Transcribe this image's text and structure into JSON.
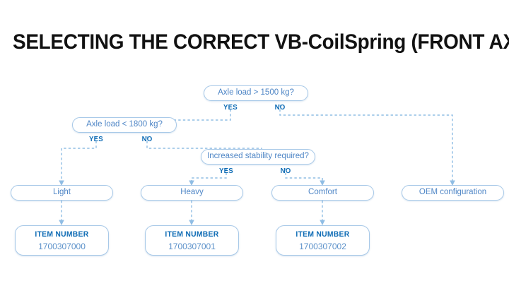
{
  "title": "SELECTING THE CORRECT VB-CoilSpring (FRONT AXLE)",
  "flow": {
    "decisions": [
      {
        "id": "axle-load-1500",
        "label": "Axle load > 1500 kg?",
        "yes_label": "YES",
        "no_label": "NO"
      },
      {
        "id": "axle-load-1800",
        "label": "Axle load < 1800 kg?",
        "yes_label": "YES",
        "no_label": "NO"
      },
      {
        "id": "increased-stability",
        "label": "Increased stability required?",
        "yes_label": "YES",
        "no_label": "NO"
      }
    ],
    "results": [
      {
        "id": "light",
        "label": "Light"
      },
      {
        "id": "heavy",
        "label": "Heavy"
      },
      {
        "id": "comfort",
        "label": "Comfort"
      },
      {
        "id": "oem",
        "label": "OEM configuration"
      }
    ],
    "items": [
      {
        "id": "item-light",
        "title": "ITEM NUMBER",
        "value": "1700307000"
      },
      {
        "id": "item-heavy",
        "title": "ITEM NUMBER",
        "value": "1700307001"
      },
      {
        "id": "item-comfort",
        "title": "ITEM NUMBER",
        "value": "1700307002"
      }
    ]
  },
  "colors": {
    "title": "#111111",
    "node_border": "#a8c9e8",
    "node_text": "#4f86c6",
    "branch_label": "#0f6cb5",
    "connector": "#8fbde4",
    "item_title": "#0f6cb5",
    "item_value": "#5a90c9",
    "background": "#ffffff"
  }
}
